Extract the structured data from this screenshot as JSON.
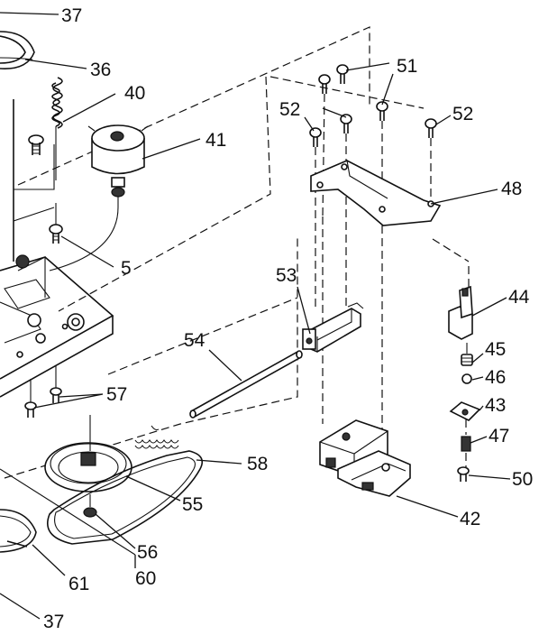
{
  "callouts": [
    {
      "id": "37-top",
      "label": "37"
    },
    {
      "id": "36",
      "label": "36"
    },
    {
      "id": "40",
      "label": "40"
    },
    {
      "id": "41",
      "label": "41"
    },
    {
      "id": "5",
      "label": "5"
    },
    {
      "id": "51",
      "label": "51"
    },
    {
      "id": "52-left",
      "label": "52"
    },
    {
      "id": "52-right",
      "label": "52"
    },
    {
      "id": "48",
      "label": "48"
    },
    {
      "id": "53",
      "label": "53"
    },
    {
      "id": "44",
      "label": "44"
    },
    {
      "id": "54",
      "label": "54"
    },
    {
      "id": "45",
      "label": "45"
    },
    {
      "id": "46",
      "label": "46"
    },
    {
      "id": "43",
      "label": "43"
    },
    {
      "id": "57",
      "label": "57"
    },
    {
      "id": "47",
      "label": "47"
    },
    {
      "id": "58",
      "label": "58"
    },
    {
      "id": "50",
      "label": "50"
    },
    {
      "id": "55",
      "label": "55"
    },
    {
      "id": "42",
      "label": "42"
    },
    {
      "id": "56",
      "label": "56"
    },
    {
      "id": "60",
      "label": "60"
    },
    {
      "id": "61",
      "label": "61"
    },
    {
      "id": "37-bottom",
      "label": "37"
    }
  ]
}
